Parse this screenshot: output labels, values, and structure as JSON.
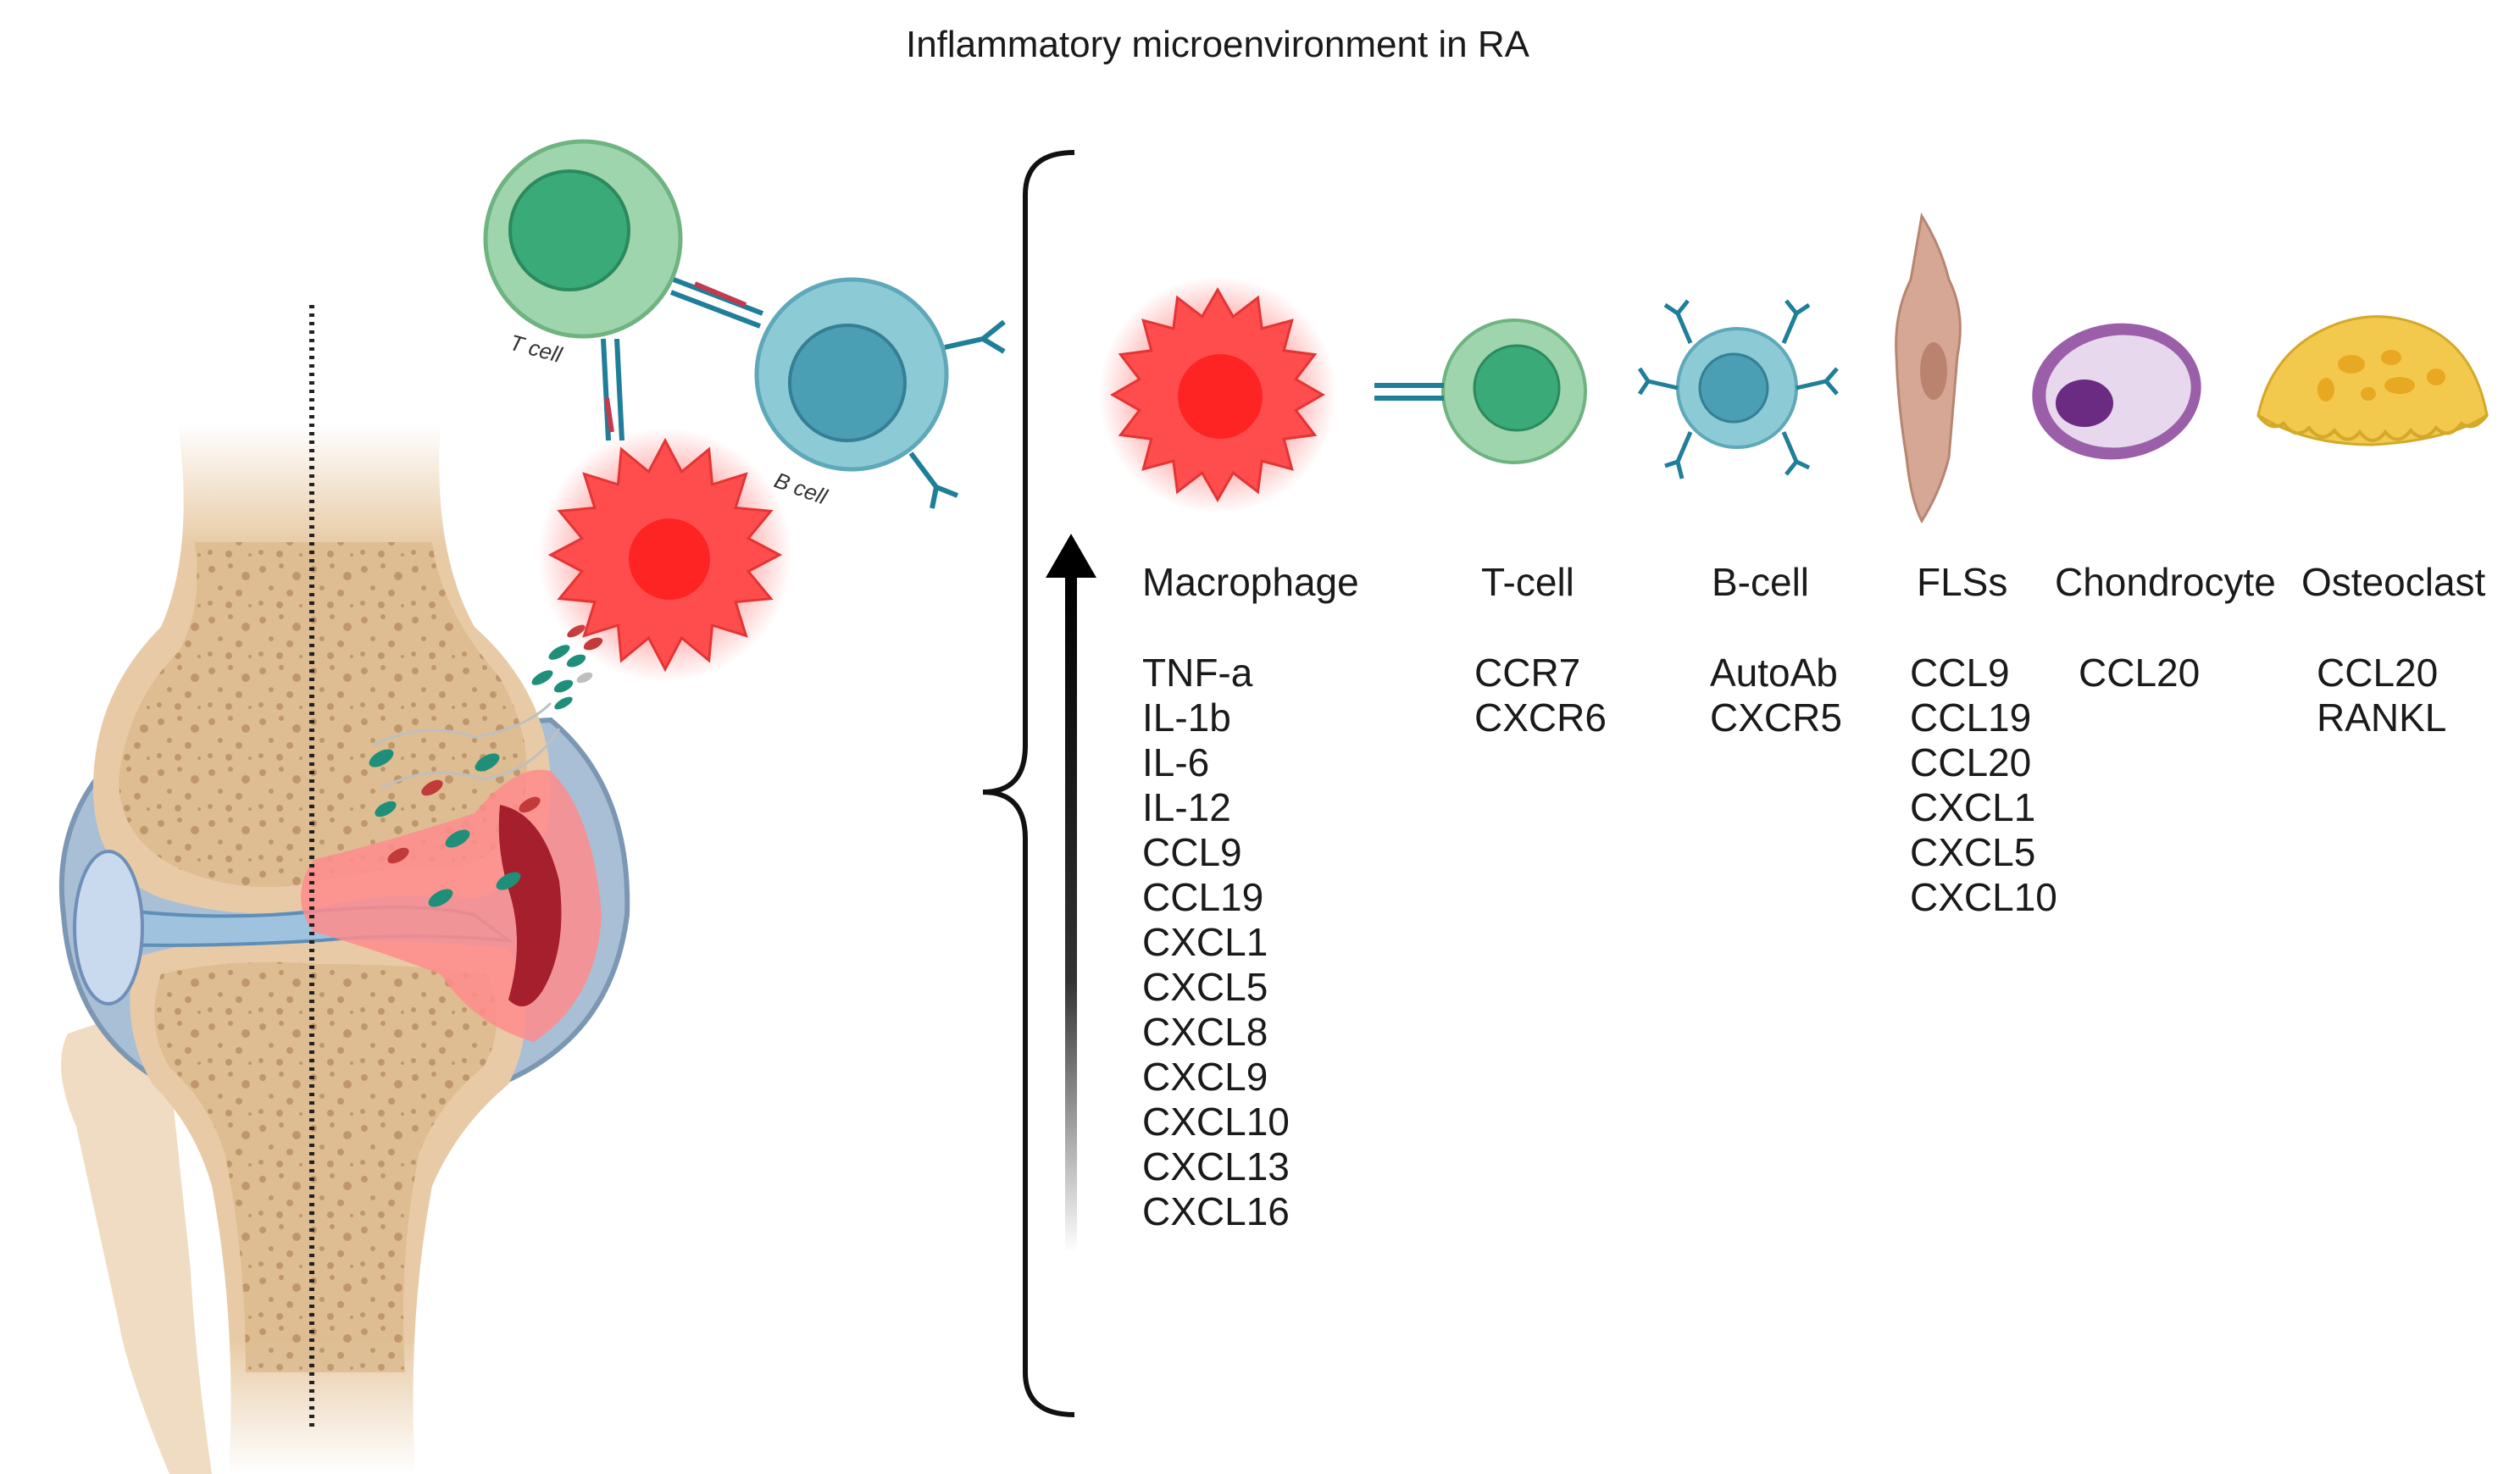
{
  "title": "Inflammatory microenvironment in RA",
  "cell_labels": {
    "t_cell": "T cell",
    "b_cell": "B cell"
  },
  "columns": [
    {
      "header": "Macrophage",
      "items": [
        "TNF-a",
        "IL-1b",
        "IL-6",
        "IL-12",
        "CCL9",
        "CCL19",
        "CXCL1",
        "CXCL5",
        "CXCL8",
        "CXCL9",
        "CXCL10",
        "CXCL13",
        "CXCL16"
      ]
    },
    {
      "header": "T-cell",
      "items": [
        "CCR7",
        "CXCR6"
      ]
    },
    {
      "header": "B-cell",
      "items": [
        "AutoAb",
        "CXCR5"
      ]
    },
    {
      "header": "FLSs",
      "items": [
        "CCL9",
        "CCL19",
        "CCL20",
        "CXCL1",
        "CXCL5",
        "CXCL10"
      ]
    },
    {
      "header": "Chondrocyte",
      "items": [
        "CCL20"
      ]
    },
    {
      "header": "Osteoclast",
      "items": [
        "CCL20",
        "RANKL"
      ]
    }
  ],
  "colors": {
    "macrophage": "#ff3b3b",
    "t_cell_outer": "#9fd5ac",
    "t_cell_inner": "#3aaa78",
    "b_cell_outer": "#8ccad6",
    "b_cell_inner": "#4a9fb4",
    "flss": "#d6a795",
    "chondrocyte": "#9a5fa8",
    "osteoclast": "#f2c94c",
    "bone": "#e8cba6",
    "antibody": "#1f7e98"
  }
}
